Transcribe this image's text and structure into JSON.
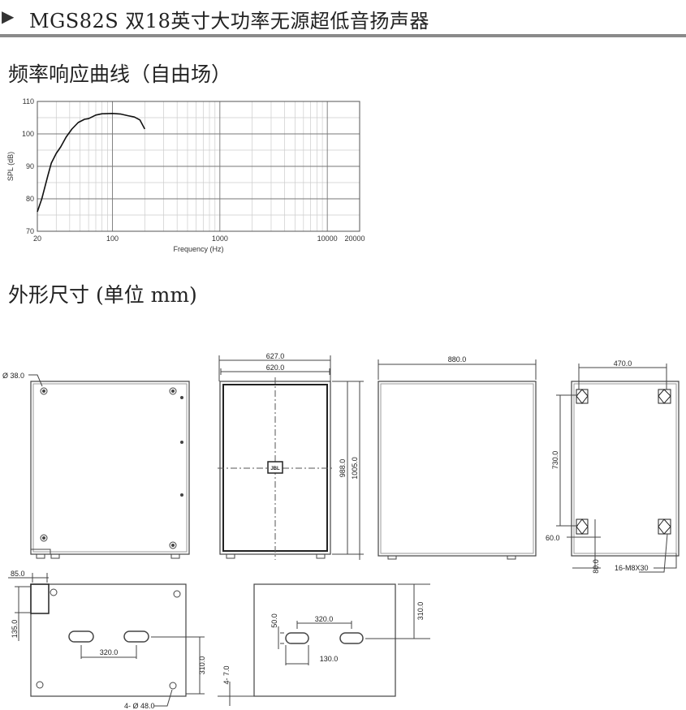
{
  "header": {
    "title": "MGS82S 双18英寸大功率无源超低音扬声器"
  },
  "sections": {
    "frequency_response": "频率响应曲线（自由场）",
    "dimensions": "外形尺寸 (单位 mm)"
  },
  "chart_data": {
    "type": "line",
    "title": "",
    "xlabel": "Frequency (Hz)",
    "ylabel": "SPL (dB)",
    "xscale": "log",
    "xlim": [
      20,
      20000
    ],
    "ylim": [
      70,
      110
    ],
    "xticks": [
      "20",
      "100",
      "1000",
      "10000",
      "20000"
    ],
    "yticks": [
      "70",
      "80",
      "90",
      "100",
      "110"
    ],
    "grid": true,
    "series": [
      {
        "name": "SPL",
        "x": [
          20,
          22,
          25,
          27,
          30,
          33,
          37,
          42,
          48,
          55,
          60,
          70,
          80,
          100,
          120,
          140,
          160,
          180,
          200
        ],
        "y": [
          76,
          80,
          87,
          91,
          94,
          96,
          99,
          101.5,
          103.5,
          104.5,
          104.7,
          105.8,
          106.2,
          106.3,
          106.1,
          105.6,
          105.2,
          104.3,
          101.5
        ]
      }
    ]
  },
  "dimensions": {
    "handle_diameter": "Ø 38.0",
    "width_outer": "627.0",
    "width_grille": "620.0",
    "height_grille": "988.0",
    "height_outer": "1005.0",
    "depth": "880.0",
    "rigging_width": "470.0",
    "rigging_height": "730.0",
    "rigging_offset_x": "60.0",
    "rigging_offset_y": "80.0",
    "rigging_points": "16-M8X30",
    "panel_width": "85.0",
    "panel_height": "135.0",
    "port_spacing_a": "320.0",
    "port_height_a": "310.0",
    "feet_diameter": "4- Ø 48.0",
    "port_spacing_b": "320.0",
    "port_slot_height": "50.0",
    "port_slot_width": "130.0",
    "port_height_b": "310.0",
    "feet_height": "4- 7.0"
  },
  "logo": "JBL"
}
